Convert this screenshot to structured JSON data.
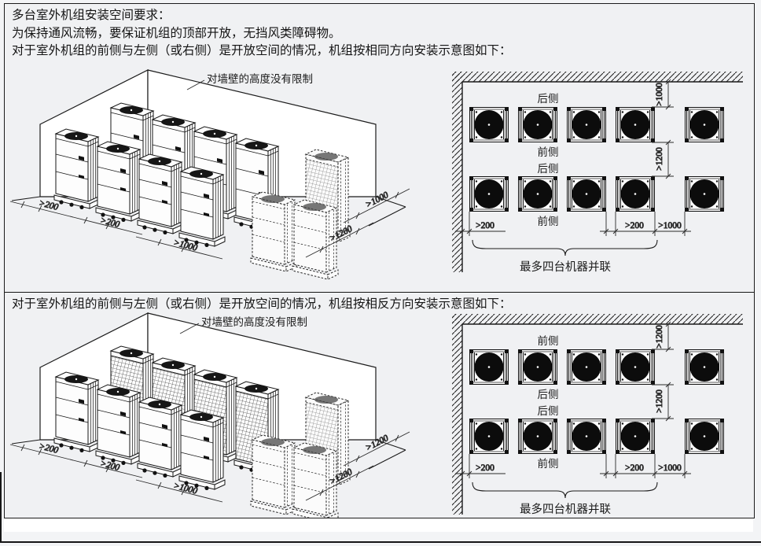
{
  "header": {
    "line1": "多台室外机组安装空间要求：",
    "line2": "为保持通风流畅，要保证机组的顶部开放，无挡风类障碍物。",
    "line3": "对于室外机组的前侧与左侧（或右侧）是开放空间的情况，机组按相同方向安装示意图如下："
  },
  "section2": {
    "heading": "对于室外机组的前侧与左侧（或右侧）是开放空间的情况，机组按相反方向安装示意图如下："
  },
  "iso1": {
    "wall_note": "对墙壁的高度没有限制",
    "dims": [
      ">200",
      ">200",
      ">1000",
      ">1200",
      ">1000"
    ]
  },
  "iso2": {
    "wall_note": "对墙壁的高度没有限制",
    "dims": [
      ">200",
      ">200",
      ">1000",
      ">1200",
      ">1200"
    ]
  },
  "plan1": {
    "row1_top": "后侧",
    "row1_bottom": "前侧",
    "row2_top": "后侧",
    "row2_bottom": "前侧",
    "dim_wall": ">1000",
    "dim_rows": ">1200",
    "dim_left": ">200",
    "dim_mid": ">200",
    "dim_gap": ">1000",
    "caption": "最多四台机器并联"
  },
  "plan2": {
    "row1_top": "前侧",
    "row1_bottom": "后侧",
    "row2_top": "后侧",
    "row2_bottom": "前侧",
    "dim_wall": ">1200",
    "dim_rows": ">1200",
    "dim_left": ">200",
    "dim_mid": ">200",
    "dim_gap": ">1000",
    "caption": "最多四台机器并联"
  }
}
